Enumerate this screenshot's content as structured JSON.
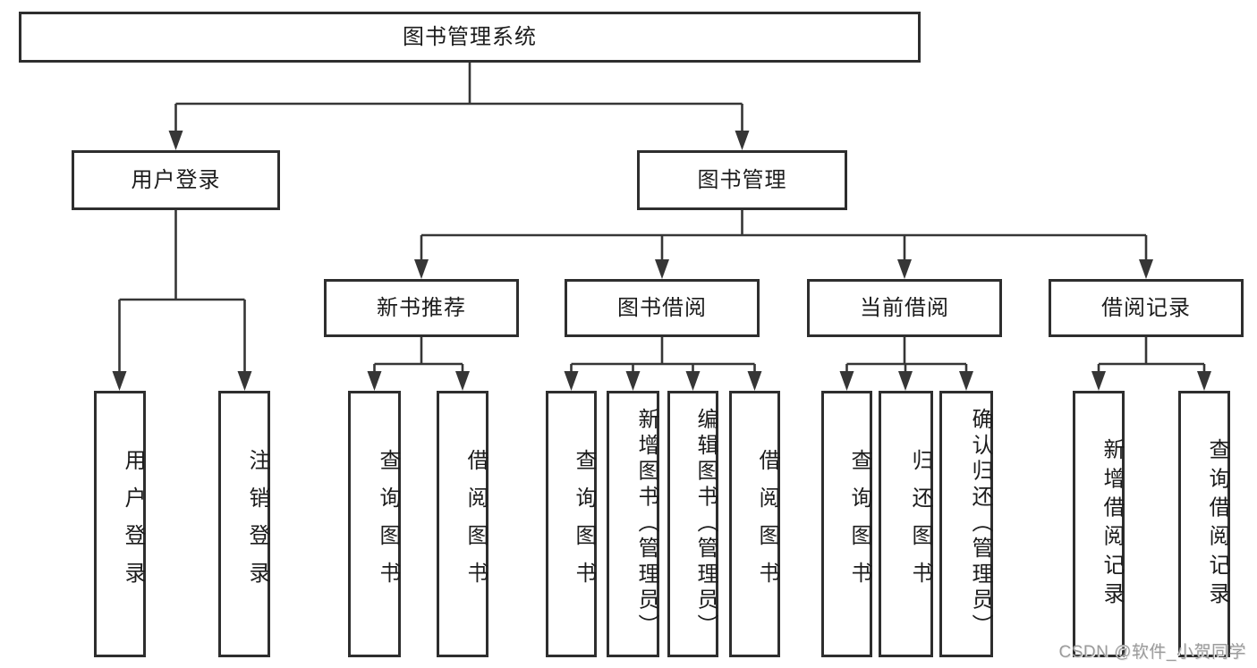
{
  "tree": {
    "root": {
      "label": "图书管理系统"
    },
    "children": [
      {
        "label": "用户登录",
        "children": [
          {
            "label": "用户登录"
          },
          {
            "label": "注销登录"
          }
        ]
      },
      {
        "label": "图书管理",
        "children": [
          {
            "label": "新书推荐",
            "children": [
              {
                "label": "查询图书"
              },
              {
                "label": "借阅图书"
              }
            ]
          },
          {
            "label": "图书借阅",
            "children": [
              {
                "label": "查询图书"
              },
              {
                "label": "新增图书（管理员）"
              },
              {
                "label": "编辑图书（管理员）"
              },
              {
                "label": "借阅图书"
              }
            ]
          },
          {
            "label": "当前借阅",
            "children": [
              {
                "label": "查询图书"
              },
              {
                "label": "归还图书"
              },
              {
                "label": "确认归还（管理员）"
              }
            ]
          },
          {
            "label": "借阅记录",
            "children": [
              {
                "label": "新增借阅记录"
              },
              {
                "label": "查询借阅记录"
              }
            ]
          }
        ]
      }
    ]
  },
  "watermark": {
    "text": "CSDN @软件_小贺同学"
  },
  "colors": {
    "line": "#363636",
    "box_border": "#2e2e2e",
    "text": "#1c1c1c",
    "watermark": "#9b9b9b",
    "background": "#ffffff"
  }
}
